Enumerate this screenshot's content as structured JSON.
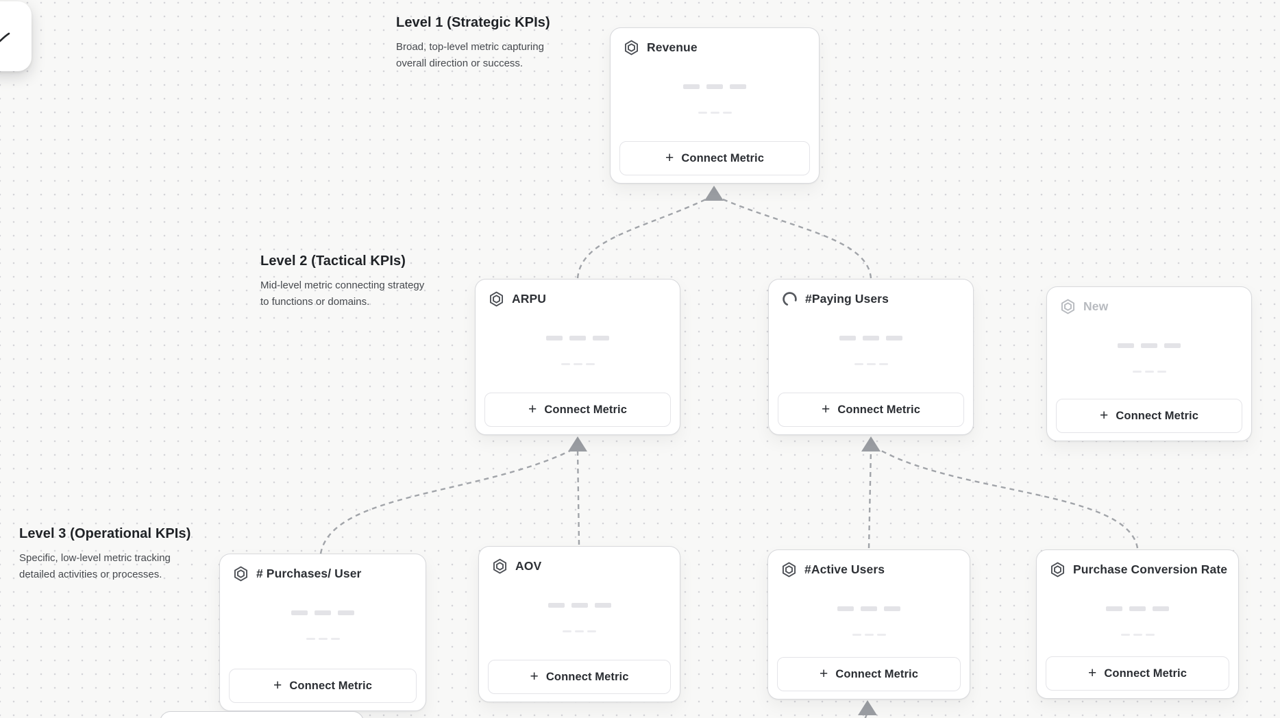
{
  "levels": [
    {
      "title": "Level 1 (Strategic KPIs)",
      "description": "Broad, top-level metric capturing overall direction or success."
    },
    {
      "title": "Level 2 (Tactical KPIs)",
      "description": "Mid-level metric connecting strategy to functions or domains."
    },
    {
      "title": "Level 3 (Operational KPIs)",
      "description": "Specific, low-level metric tracking detailed activities or processes."
    }
  ],
  "cards": [
    {
      "id": "revenue",
      "title": "Revenue",
      "icon": "metric-hexagon-icon",
      "level": 1
    },
    {
      "id": "arpu",
      "title": "ARPU",
      "icon": "metric-hexagon-icon",
      "level": 2
    },
    {
      "id": "paying-users",
      "title": "#Paying Users",
      "icon": "spinner-icon",
      "level": 2
    },
    {
      "id": "new",
      "title": "New",
      "icon": "metric-hexagon-icon",
      "level": 2,
      "state": "draft"
    },
    {
      "id": "purchases-per-user",
      "title": "# Purchases/ User",
      "icon": "metric-hexagon-icon",
      "level": 3
    },
    {
      "id": "aov",
      "title": "AOV",
      "icon": "metric-hexagon-icon",
      "level": 3
    },
    {
      "id": "active-users",
      "title": "#Active Users",
      "icon": "metric-hexagon-icon",
      "level": 3
    },
    {
      "id": "purchase-conversion-rate",
      "title": "Purchase Conversion Rate",
      "icon": "metric-hexagon-icon",
      "level": 3
    }
  ],
  "labels": {
    "connect_metric": "Connect Metric",
    "plus": "+"
  },
  "connections": [
    {
      "from": "arpu",
      "to": "revenue"
    },
    {
      "from": "paying-users",
      "to": "revenue"
    },
    {
      "from": "purchases-per-user",
      "to": "arpu"
    },
    {
      "from": "aov",
      "to": "arpu"
    },
    {
      "from": "active-users",
      "to": "paying-users"
    },
    {
      "from": "purchase-conversion-rate",
      "to": "paying-users"
    },
    {
      "from": "offscreen-below",
      "to": "active-users"
    }
  ],
  "colors": {
    "canvas_bg": "#f8f8f7",
    "dot_grid": "#d4d4d8",
    "card_border": "#d8d9dc",
    "connector": "#a1a4a9",
    "arrowhead": "#9b9ea3",
    "title_text": "#2d3035",
    "muted_text": "#b7babf"
  }
}
